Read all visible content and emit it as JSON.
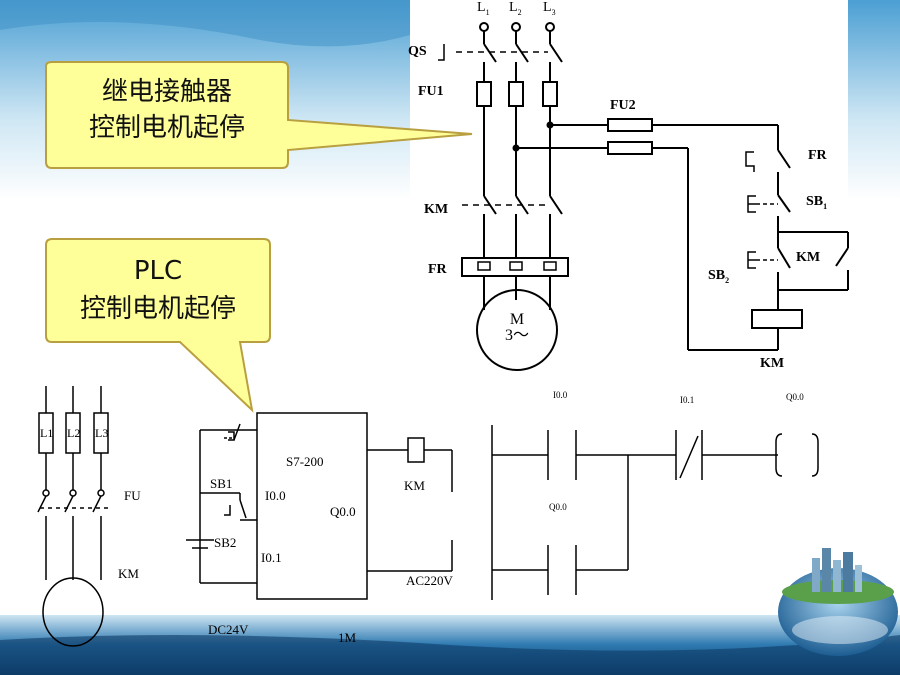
{
  "callouts": {
    "relay": {
      "line1": "继电接触器",
      "line2": "控制电机起停"
    },
    "plc": {
      "line1": "PLC",
      "line2": "控制电机起停"
    }
  },
  "relay_circuit": {
    "phases": [
      "L",
      "L",
      "L"
    ],
    "phase_subs": [
      "1",
      "2",
      "3"
    ],
    "qs": "QS",
    "fu1": "FU1",
    "fu2": "FU2",
    "km_main": "KM",
    "fr_main": "FR",
    "motor_top": "M",
    "motor_bottom": "3～",
    "fr_ctrl": "FR",
    "sb1": "SB",
    "sb1_sub": "1",
    "sb2": "SB",
    "sb2_sub": "2",
    "km_aux": "KM",
    "km_coil": "KM"
  },
  "plc_main": {
    "fuses": [
      "L1",
      "L2",
      "L3"
    ],
    "fu": "FU",
    "km": "KM"
  },
  "plc_wiring": {
    "plc": "S7-200",
    "sb1": "SB1",
    "sb2": "SB2",
    "in0": "I0.0",
    "in1": "I0.1",
    "out": "Q0.0",
    "km": "KM",
    "ac": "AC220V",
    "dc": "DC24V",
    "common": "1M"
  },
  "ladder": {
    "i00": "I0.0",
    "i01": "I0.1",
    "q00_coil": "Q0.0",
    "q00_contact": "Q0.0"
  },
  "colors": {
    "callout_fill": "#ffff99",
    "callout_stroke": "#b8a040",
    "sky_top": "#5aa9d8",
    "sky_light": "#e8f4fb",
    "sea_dark": "#1a5a8c"
  }
}
